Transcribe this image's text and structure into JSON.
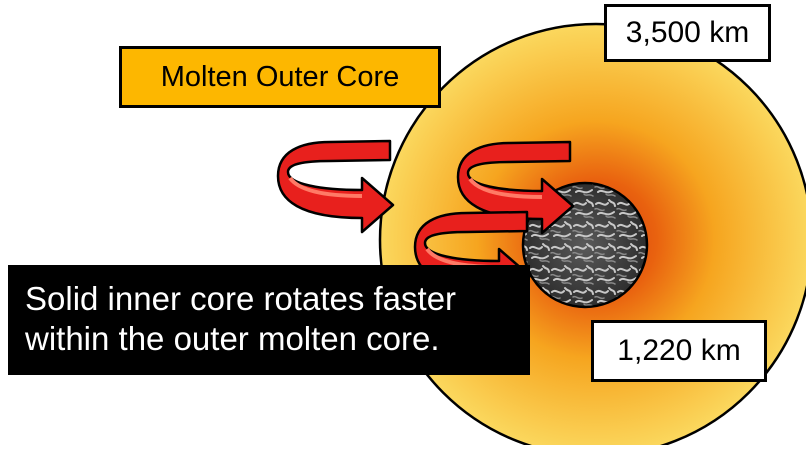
{
  "labels": {
    "outer_core": "Molten Outer Core",
    "outer_radius": "3,500 km",
    "inner_radius": "1,220 km"
  },
  "caption": {
    "line1": "Solid inner core rotates faster",
    "line2": "within the outer molten core."
  },
  "colors": {
    "outer_core_label_fill": "#fdb700",
    "outer_core_edge": "#fbd65a",
    "outer_core_center": "#e35a10",
    "inner_core": "#3f3f3f",
    "arrow_fill": "#e8201d",
    "caption_background": "#000000"
  },
  "icons": {
    "rotation_arrow": "curved-arrow-icon"
  }
}
